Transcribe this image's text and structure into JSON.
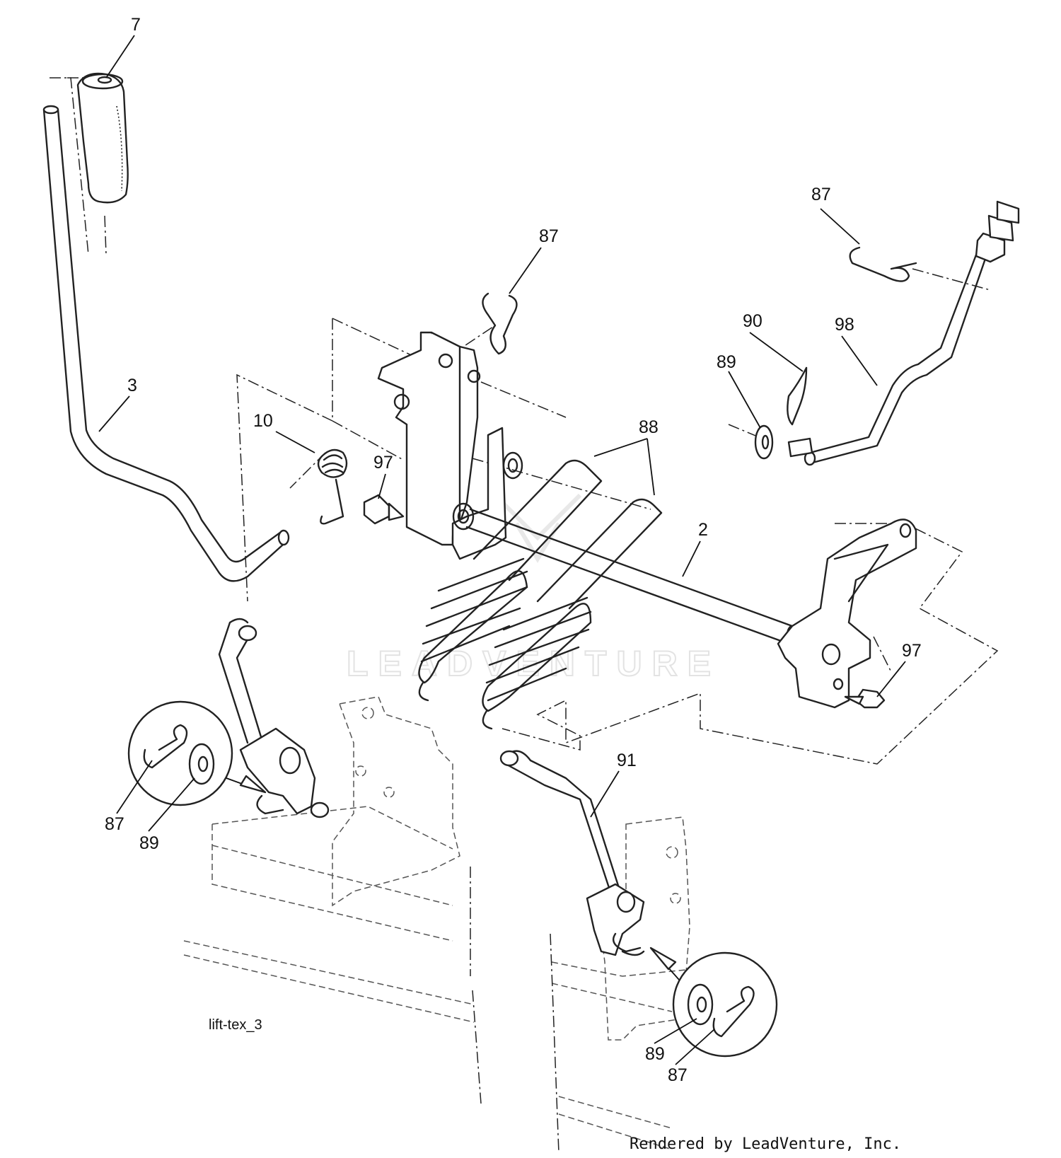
{
  "diagram_id": "lift-tex_3",
  "credit": "Rendered by LeadVenture, Inc.",
  "watermark": "LEADVENTURE",
  "callouts": [
    {
      "id": "c7",
      "label": "7"
    },
    {
      "id": "c3",
      "label": "3"
    },
    {
      "id": "c10",
      "label": "10"
    },
    {
      "id": "c97a",
      "label": "97"
    },
    {
      "id": "c87top",
      "label": "87"
    },
    {
      "id": "c88",
      "label": "88"
    },
    {
      "id": "c2",
      "label": "2"
    },
    {
      "id": "c87tr",
      "label": "87"
    },
    {
      "id": "c90",
      "label": "90"
    },
    {
      "id": "c98",
      "label": "98"
    },
    {
      "id": "c89tr",
      "label": "89"
    },
    {
      "id": "c97b",
      "label": "97"
    },
    {
      "id": "c91",
      "label": "91"
    },
    {
      "id": "c87l",
      "label": "87"
    },
    {
      "id": "c89l",
      "label": "89"
    },
    {
      "id": "c89r",
      "label": "89"
    },
    {
      "id": "c87r",
      "label": "87"
    }
  ]
}
